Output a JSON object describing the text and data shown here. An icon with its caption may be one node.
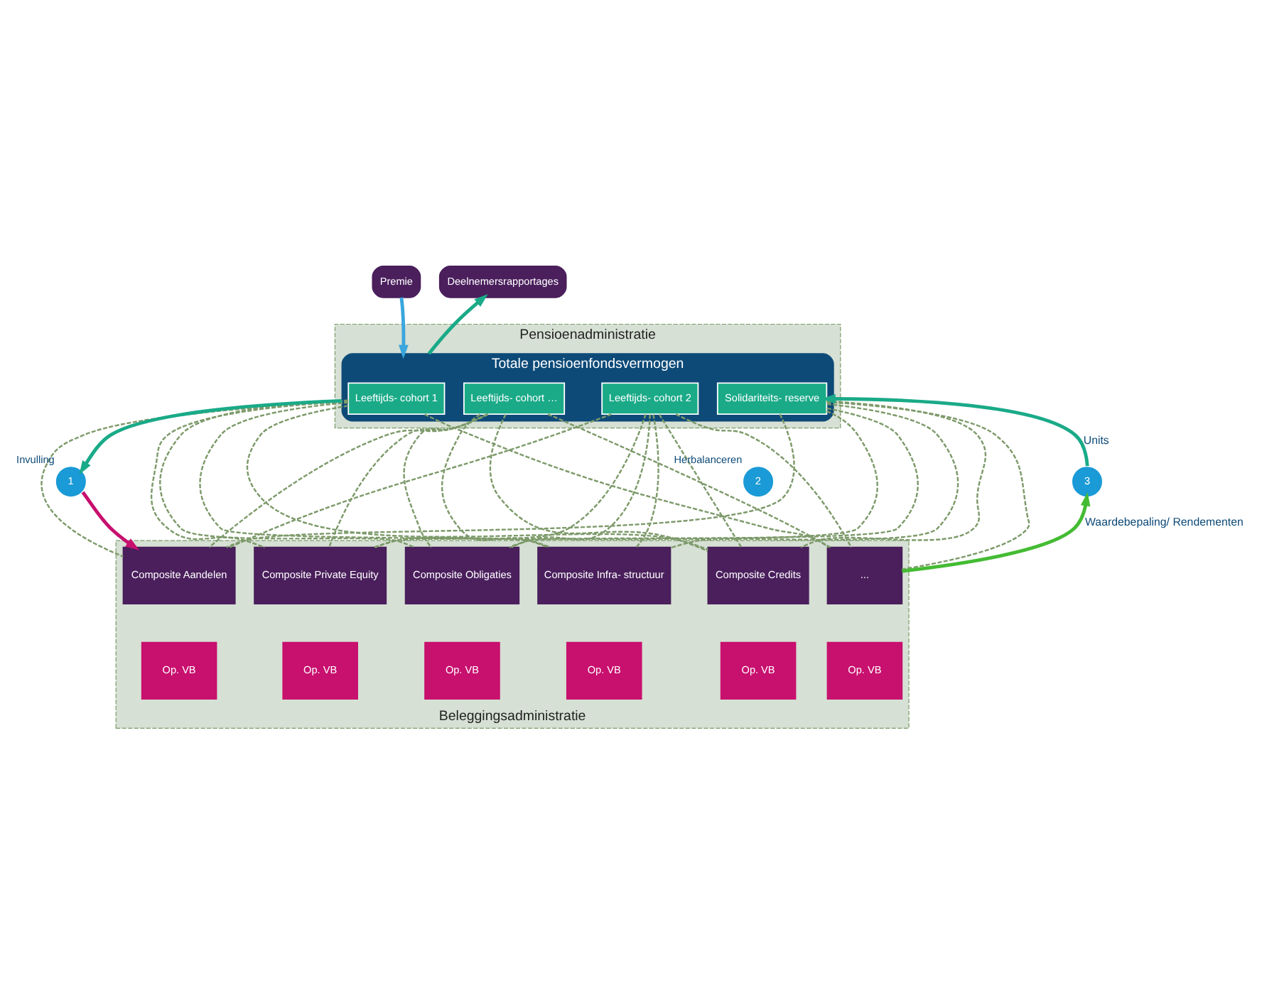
{
  "diagram": {
    "nodes": [
      {
        "text": [
          "Premie"
        ]
      },
      {
        "text": [
          "Deelnemersrapportages"
        ]
      },
      {
        "text": [
          "Pensioenadministratie"
        ]
      },
      {
        "text": [
          "Totale pensioenfondsvermogen"
        ],
        "in": 2
      },
      {
        "text": [
          "Leeftijds- cohort 1"
        ],
        "in": 3
      },
      {
        "text": [
          "Leeftijds- cohort 2"
        ],
        "in": 3
      },
      {
        "text": [
          "Leeftijds- cohort …"
        ],
        "in": 3
      },
      {
        "text": [
          "Solidariteits- reserve"
        ],
        "in": 3
      },
      {
        "text": [
          "Beleggingsadministratie"
        ]
      },
      {
        "text": [
          "Composite Aandelen"
        ],
        "in": 8
      },
      {
        "text": [
          "Composite Obligaties"
        ],
        "in": 8
      },
      {
        "text": [
          "Composite Credits"
        ],
        "in": 8
      },
      {
        "text": [
          "Composite Infra- structuur"
        ],
        "in": 8
      },
      {
        "text": [
          "Composite Private Equity"
        ],
        "in": 8
      },
      {
        "text": [
          "..."
        ],
        "in": 8
      },
      {
        "text": [
          "Op. VB"
        ],
        "in": 8
      },
      {
        "text": [
          "Op. VB"
        ],
        "in": 8
      },
      {
        "text": [
          "Op. VB"
        ],
        "in": 8
      },
      {
        "text": [
          "Op. VB"
        ],
        "in": 8
      },
      {
        "text": [
          "Op. VB"
        ],
        "in": 8
      },
      {
        "text": [
          "Op. VB"
        ],
        "in": 8
      },
      {
        "text": [
          "1"
        ],
        "beside": [
          "Invulling"
        ]
      },
      {
        "text": [
          "2"
        ],
        "beside": [
          "Herbalanceren"
        ]
      },
      {
        "text": [
          "3"
        ]
      }
    ],
    "edges": [
      {
        "from": 0,
        "to": 3,
        "arrow": "to",
        "color": "#3aa6dc"
      },
      {
        "from": 3,
        "to": 1,
        "arrow": "to",
        "color": "#1aaa88"
      },
      {
        "from": 3,
        "to": 21,
        "arrow": "to",
        "color": "#1aaa88"
      },
      {
        "from": 21,
        "to": 9,
        "arrow": "to",
        "color": "#c8106e"
      },
      {
        "from": 14,
        "to": 23,
        "arrow": "to",
        "label": "Waardebepaling/ Rendementen",
        "color": "#44bb33"
      },
      {
        "from": 23,
        "to": 7,
        "arrow": "to",
        "label": "Units",
        "color": "#1aaa88"
      },
      {
        "from": 4,
        "to": 9,
        "arrow": "none",
        "style": "dashed",
        "color": "#7d9a6a"
      },
      {
        "from": 4,
        "to": 10,
        "arrow": "none",
        "style": "dashed",
        "color": "#7d9a6a"
      },
      {
        "from": 4,
        "to": 11,
        "arrow": "none",
        "style": "dashed",
        "color": "#7d9a6a"
      },
      {
        "from": 4,
        "to": 12,
        "arrow": "none",
        "style": "dashed",
        "color": "#7d9a6a"
      },
      {
        "from": 4,
        "to": 13,
        "arrow": "none",
        "style": "dashed",
        "color": "#7d9a6a"
      },
      {
        "from": 4,
        "to": 14,
        "arrow": "none",
        "style": "dashed",
        "color": "#7d9a6a"
      },
      {
        "from": 5,
        "to": 9,
        "arrow": "none",
        "style": "dashed",
        "color": "#7d9a6a"
      },
      {
        "from": 5,
        "to": 10,
        "arrow": "none",
        "style": "dashed",
        "color": "#7d9a6a"
      },
      {
        "from": 5,
        "to": 11,
        "arrow": "none",
        "style": "dashed",
        "color": "#7d9a6a"
      },
      {
        "from": 5,
        "to": 12,
        "arrow": "none",
        "style": "dashed",
        "color": "#7d9a6a"
      },
      {
        "from": 5,
        "to": 13,
        "arrow": "none",
        "style": "dashed",
        "color": "#7d9a6a"
      },
      {
        "from": 5,
        "to": 14,
        "arrow": "none",
        "style": "dashed",
        "color": "#7d9a6a"
      },
      {
        "from": 6,
        "to": 9,
        "arrow": "none",
        "style": "dashed",
        "color": "#7d9a6a"
      },
      {
        "from": 6,
        "to": 10,
        "arrow": "none",
        "style": "dashed",
        "color": "#7d9a6a"
      },
      {
        "from": 6,
        "to": 11,
        "arrow": "none",
        "style": "dashed",
        "color": "#7d9a6a"
      },
      {
        "from": 6,
        "to": 12,
        "arrow": "none",
        "style": "dashed",
        "color": "#7d9a6a"
      },
      {
        "from": 6,
        "to": 13,
        "arrow": "none",
        "style": "dashed",
        "color": "#7d9a6a"
      },
      {
        "from": 6,
        "to": 14,
        "arrow": "none",
        "style": "dashed",
        "color": "#7d9a6a"
      },
      {
        "from": 7,
        "to": 9,
        "arrow": "none",
        "style": "dashed",
        "color": "#7d9a6a"
      },
      {
        "from": 7,
        "to": 10,
        "arrow": "none",
        "style": "dashed",
        "color": "#7d9a6a"
      },
      {
        "from": 7,
        "to": 11,
        "arrow": "none",
        "style": "dashed",
        "color": "#7d9a6a"
      },
      {
        "from": 7,
        "to": 12,
        "arrow": "none",
        "style": "dashed",
        "color": "#7d9a6a"
      },
      {
        "from": 7,
        "to": 13,
        "arrow": "none",
        "style": "dashed",
        "color": "#7d9a6a"
      },
      {
        "from": 7,
        "to": 14,
        "arrow": "none",
        "style": "dashed",
        "color": "#7d9a6a"
      }
    ]
  }
}
